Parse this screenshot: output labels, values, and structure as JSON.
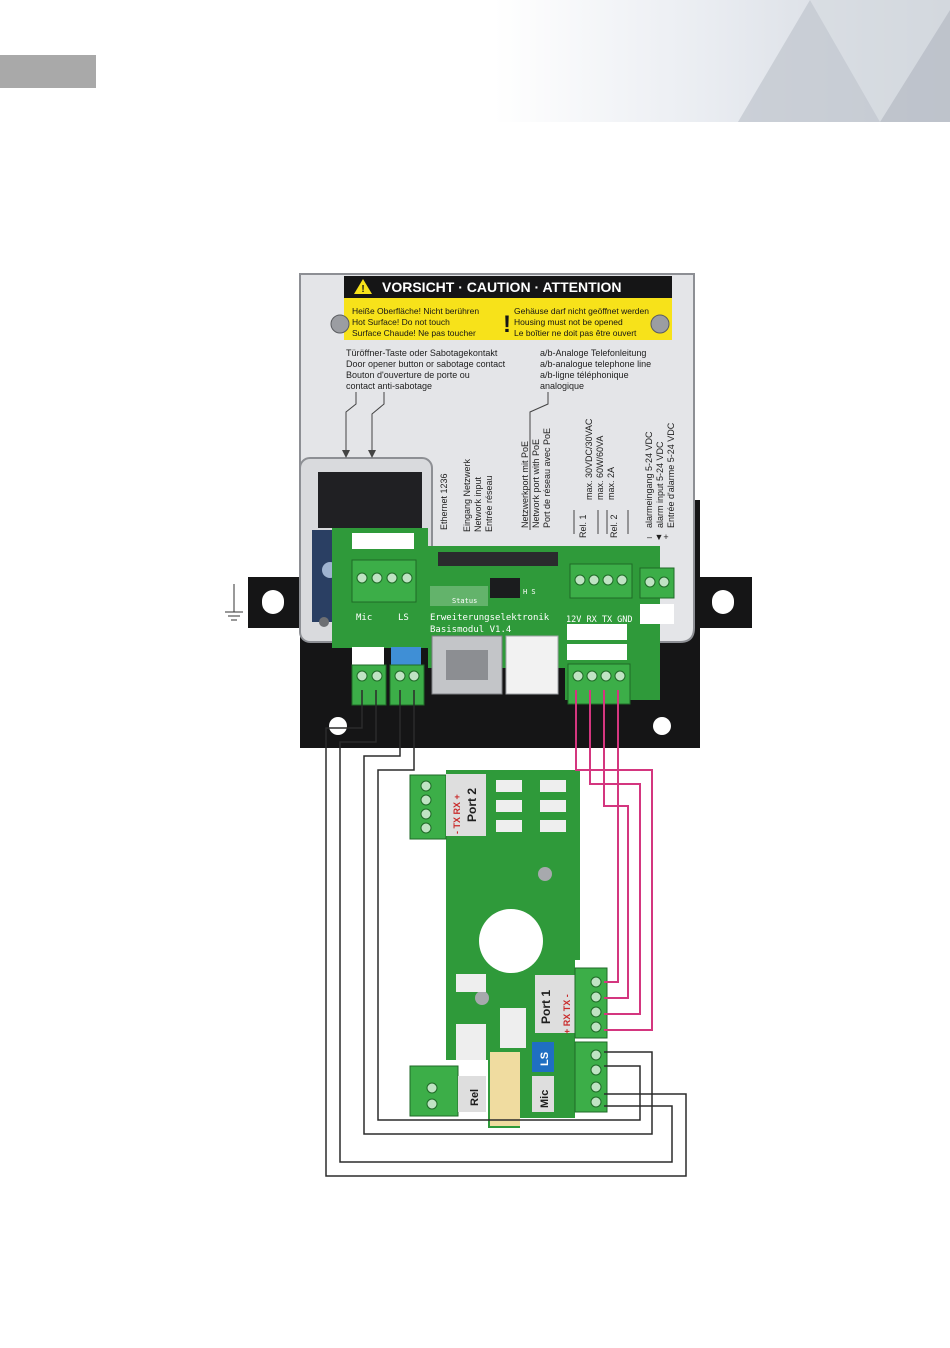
{
  "colors": {
    "housing": "#e4e5e8",
    "housing_edge": "#8d8f94",
    "bracket": "#151516",
    "pcb": "#2f9a3a",
    "terminal": "#3cae48",
    "warning_yellow": "#f7e21a",
    "wire_magenta": "#d4367f",
    "wire_black": "#2b2b2b",
    "label_blue": "#1f6fc2"
  },
  "icons": [
    "warning-triangle-icon",
    "exclamation-icon",
    "ground-symbol-icon",
    "screw-icon",
    "arrow-down-icon"
  ],
  "caution": {
    "title": "VORSICHT · CAUTION · ATTENTION",
    "left": [
      "Heiße Oberfläche! Nicht berühren",
      "Hot Surface! Do not touch",
      "Surface Chaude! Ne pas toucher"
    ],
    "right": [
      "Gehäuse darf nicht geöffnet werden",
      "Housing must not be opened",
      "Le boîtier ne doit pas être ouvert"
    ]
  },
  "labels": {
    "door_opener": [
      "Türöffner-Taste oder Sabotagekontakt",
      "Door opener button or sabotage contact",
      "Bouton d'ouverture de porte ou",
      "contact anti-sabotage"
    ],
    "analog_line": [
      "a/b-Analoge Telefonleitung",
      "a/b-analogue telephone line",
      "a/b-ligne téléphonique",
      "analogique"
    ],
    "ethernet": "Ethernet 1236",
    "network_input": [
      "Eingang Netzwerk",
      "Network input",
      "Entrée réseau"
    ],
    "poe_port": [
      "Netzwerkport mit PoE",
      "Network port with PoE",
      "Port de réseau avec PoE"
    ],
    "relay_ratings": [
      "max. 30VDC/30VAC",
      "max. 60W/60VA",
      "max. 2A"
    ],
    "rel1": "Rel. 1",
    "rel2": "Rel. 2",
    "alarm": [
      "alarmeingang 5-24 VDC",
      "alarm input 5-24 VDC",
      "Entrée d'alarme 5-24 VDC"
    ],
    "alarm_polarity": "– ▼+",
    "mic": "Mic",
    "ls": "LS",
    "rs485": "12V RX TX GND",
    "status": "Status",
    "hs": "H S",
    "board_title": "Erweiterungselektronik",
    "board_sub": "Basismodul V1.4"
  },
  "module": {
    "port2": "Port 2",
    "port1": "Port 1",
    "tx_rx_top": "- TX RX +",
    "tx_rx_bottom": "+ RX TX -",
    "ls": "LS",
    "mic": "Mic",
    "rel": "Rel"
  }
}
